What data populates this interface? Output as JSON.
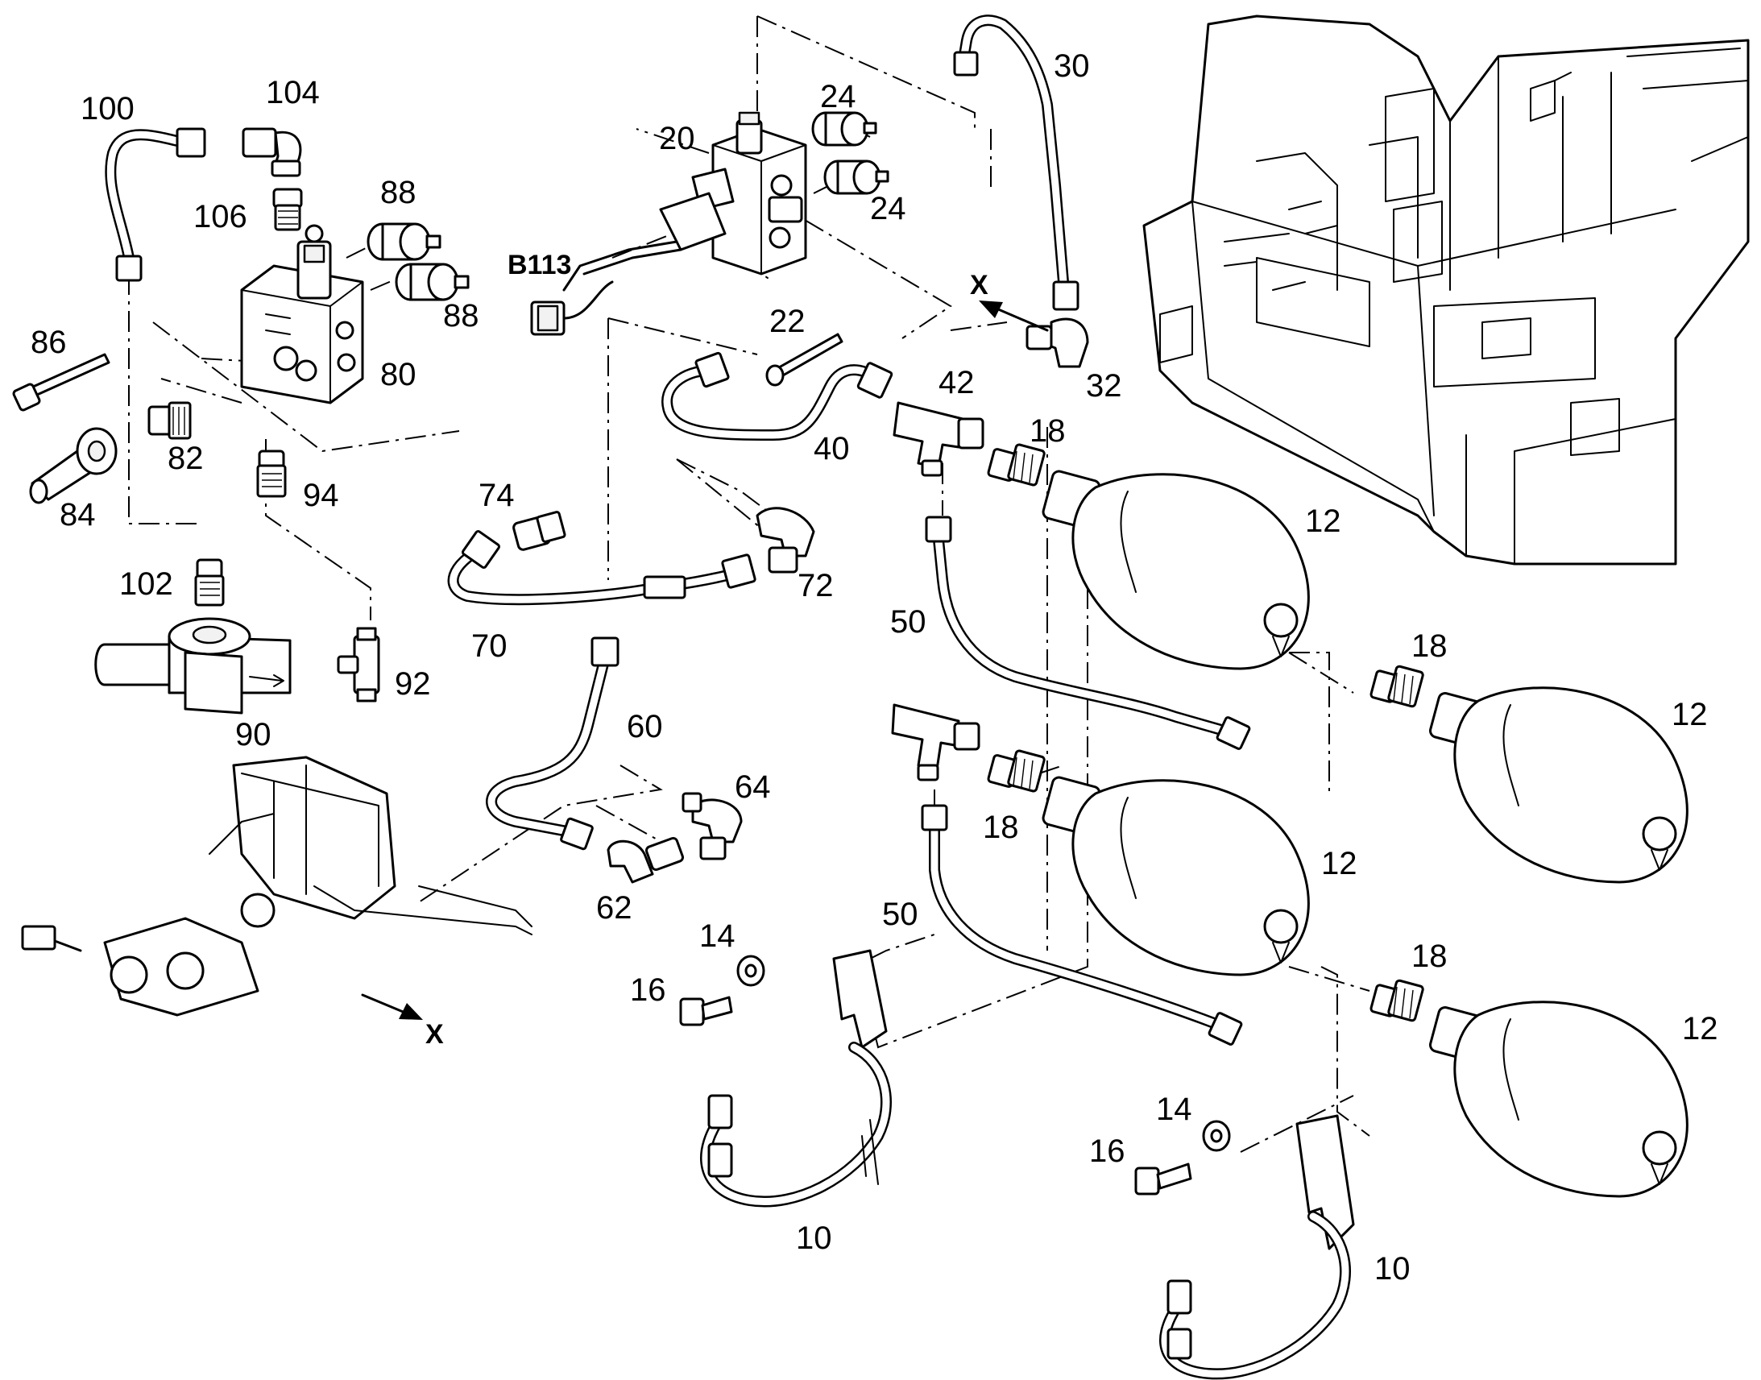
{
  "labels": {
    "p10a": "10",
    "p10b": "10",
    "p12a": "12",
    "p12b": "12",
    "p12c": "12",
    "p12d": "12",
    "p14a": "14",
    "p14b": "14",
    "p16a": "16",
    "p16b": "16",
    "p18a": "18",
    "p18b": "18",
    "p18c": "18",
    "p18d": "18",
    "p20": "20",
    "p22": "22",
    "p24a": "24",
    "p24b": "24",
    "p30": "30",
    "p32": "32",
    "p40": "40",
    "p42": "42",
    "p50a": "50",
    "p50b": "50",
    "p60": "60",
    "p62": "62",
    "p64": "64",
    "p70": "70",
    "p72": "72",
    "p74": "74",
    "p80": "80",
    "p82": "82",
    "p84": "84",
    "p86": "86",
    "p88a": "88",
    "p88b": "88",
    "p90": "90",
    "p92": "92",
    "p94": "94",
    "p100": "100",
    "p102": "102",
    "p104": "104",
    "p106": "106",
    "b113": "B113",
    "view_x_top": "X",
    "view_x_bottom": "X"
  }
}
